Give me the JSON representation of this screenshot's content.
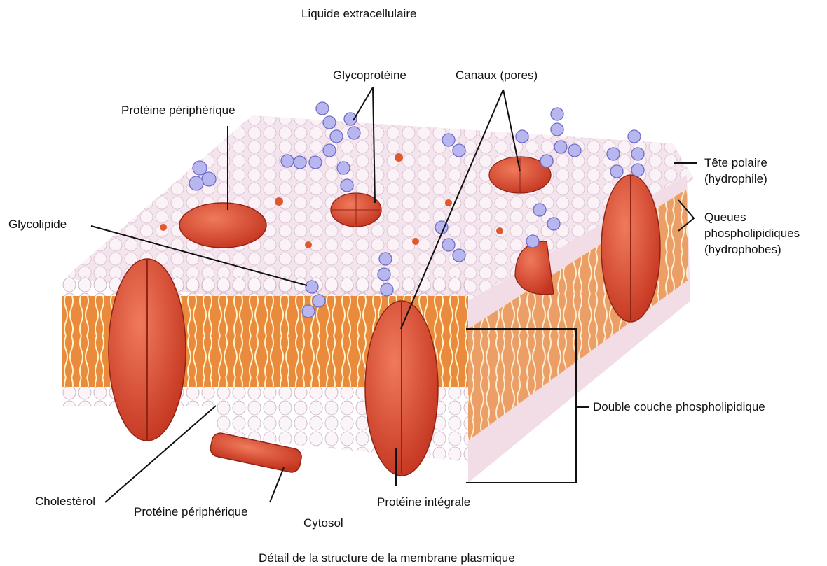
{
  "top_label": "Liquide extracellulaire",
  "labels": {
    "glycoproteine": "Glycoprotéine",
    "canaux": "Canaux (pores)",
    "proteine_peripherique_top": "Protéine périphérique",
    "glycolipide": "Glycolipide",
    "tete_polaire_line1": "Tête polaire",
    "tete_polaire_line2": "(hydrophile)",
    "queues_line1": "Queues",
    "queues_line2": "phospholipidiques",
    "queues_line3": "(hydrophobes)",
    "double_couche": "Double couche phospholipidique",
    "cholesterol": "Cholestérol",
    "proteine_peripherique_bottom": "Protéine périphérique",
    "proteine_integrale": "Protéine intégrale",
    "cytosol": "Cytosol"
  },
  "caption": "Détail de la structure de la membrane plasmique",
  "colors": {
    "membrane_top": "#f4e6ee",
    "head": "#fbf5f8",
    "tail_band": "#e97a2a",
    "protein": "#d9452c",
    "sugar": "#a9a8e6"
  }
}
